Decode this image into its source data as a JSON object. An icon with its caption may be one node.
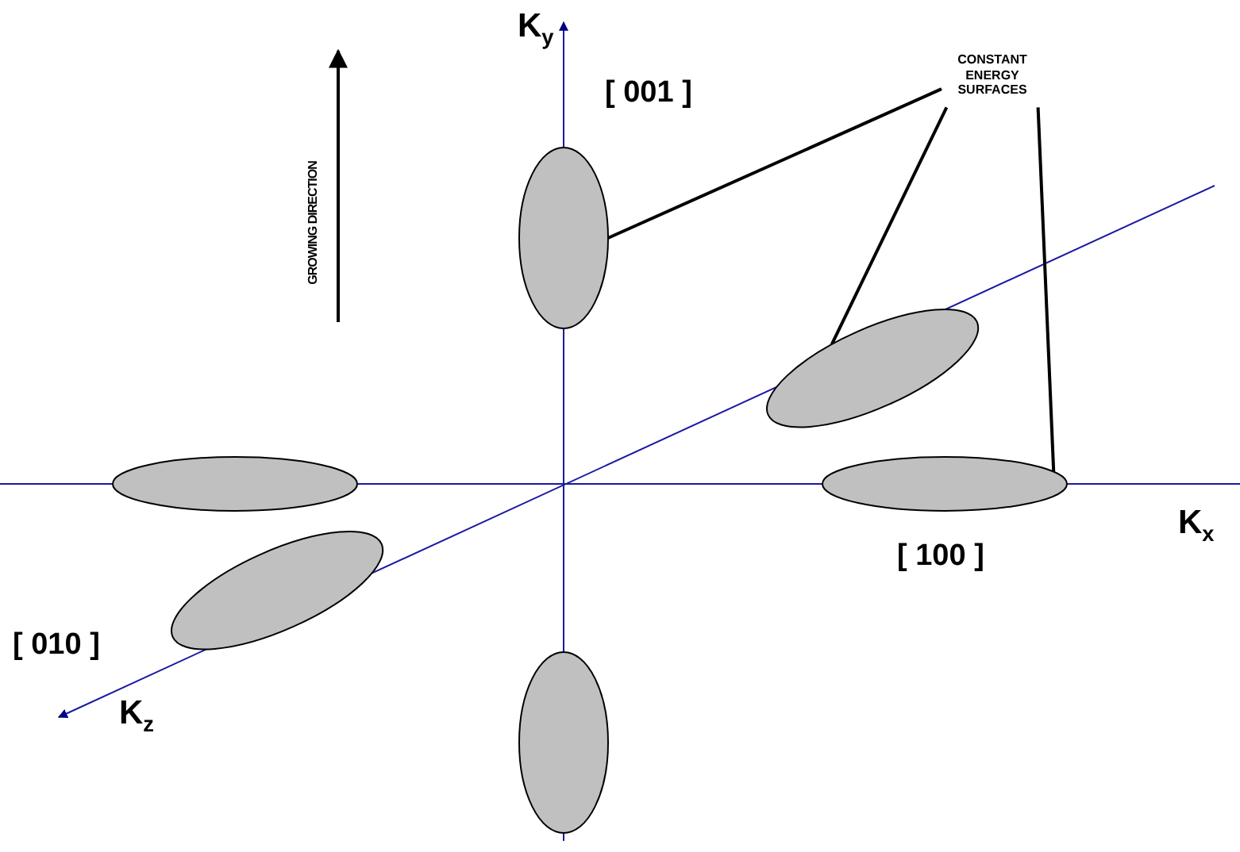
{
  "diagram": {
    "nodes": [
      {
        "text": [
          "CONSTANT ENERGY SURFACES"
        ]
      },
      {
        "text": [],
        "shape": "ellipse"
      },
      {
        "text": [],
        "shape": "ellipse"
      },
      {
        "text": [],
        "shape": "ellipse"
      },
      {
        "text": [],
        "shape": "ellipse"
      },
      {
        "text": [],
        "shape": "ellipse"
      },
      {
        "text": [],
        "shape": "ellipse"
      }
    ],
    "edges": [
      {
        "from": 0,
        "to": 1,
        "arrow": "none"
      },
      {
        "from": 0,
        "to": 2,
        "arrow": "none"
      },
      {
        "from": 0,
        "to": 4,
        "arrow": "none"
      }
    ],
    "labels": [
      "K$_{y}$",
      "[ 001 ]",
      "GROWING DIRECTION",
      "K$_{x}$",
      "[ 100 ]",
      "[ 010 ]",
      "K$_{z}$"
    ]
  }
}
